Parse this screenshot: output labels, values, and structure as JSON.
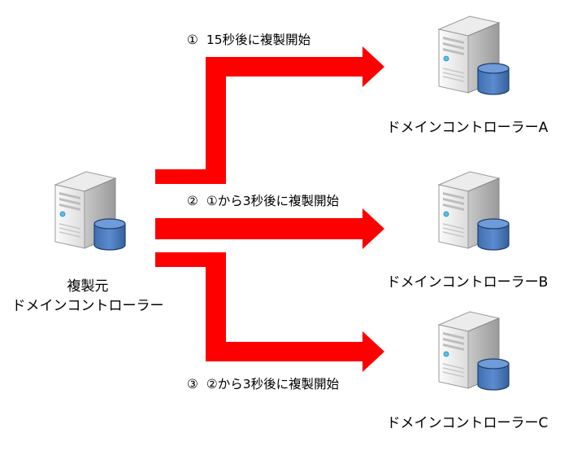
{
  "source": {
    "label_line1": "複製元",
    "label_line2": "ドメインコントローラー"
  },
  "targets": [
    {
      "label": "ドメインコントローラーA"
    },
    {
      "label": "ドメインコントローラーB"
    },
    {
      "label": "ドメインコントローラーC"
    }
  ],
  "steps": [
    {
      "marker": "①",
      "text": "15秒後に複製開始"
    },
    {
      "marker": "②",
      "text": "①から3秒後に複製開始"
    },
    {
      "marker": "③",
      "text": "②から3秒後に複製開始"
    }
  ],
  "colors": {
    "arrow": "#ff0000",
    "server_body": "#e6e6e6",
    "server_side": "#b4b4b4",
    "db_fill": "#4f7fbf",
    "db_stroke": "#1f3f6f"
  },
  "icons": {
    "server": "server-with-database-icon"
  }
}
